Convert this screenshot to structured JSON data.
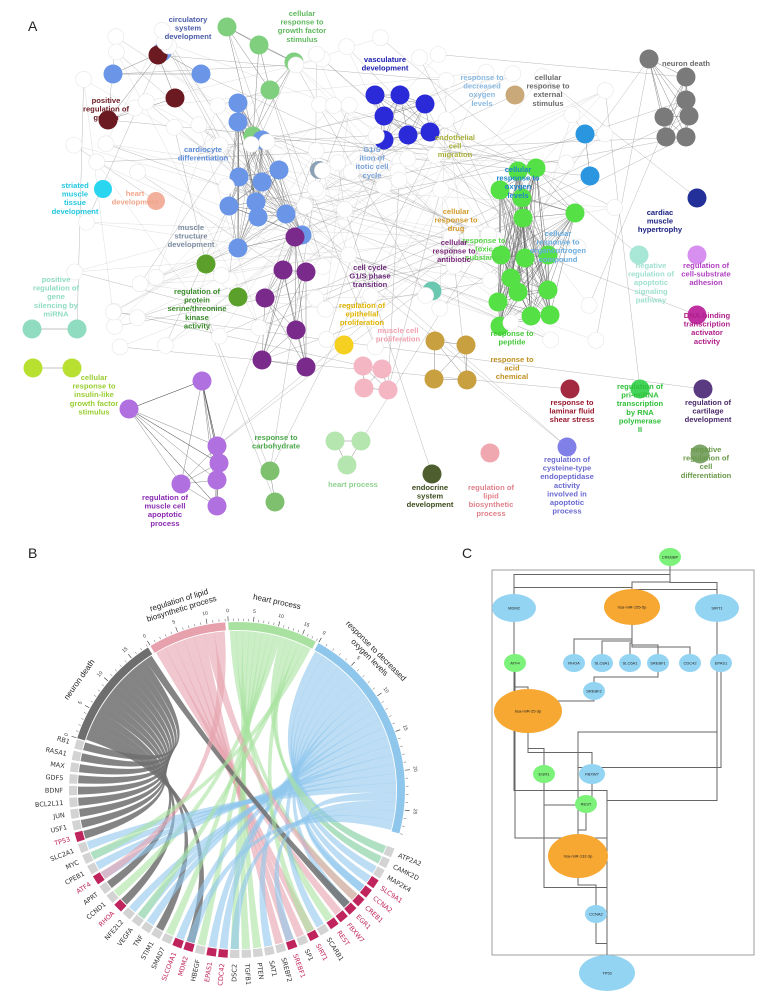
{
  "panels": {
    "a": "A",
    "b": "B",
    "c": "C"
  },
  "network_a": {
    "labels": [
      {
        "id": "circ",
        "lines": [
          "circulatory",
          "system",
          "development"
        ],
        "color": "#4a5aa8"
      },
      {
        "id": "cgf",
        "lines": [
          "cellular",
          "response to",
          "growth factor",
          "stimulus"
        ],
        "color": "#5fb85f"
      },
      {
        "id": "vasc",
        "lines": [
          "vasculature",
          "development"
        ],
        "color": "#1a1ab0"
      },
      {
        "id": "dox",
        "lines": [
          "response to",
          "decreased",
          "oxygen",
          "levels"
        ],
        "color": "#8ab9e0"
      },
      {
        "id": "cres",
        "lines": [
          "cellular",
          "response to",
          "external",
          "stimulus"
        ],
        "color": "#6b6b6b"
      },
      {
        "id": "neuron",
        "lines": [
          "neuron death"
        ],
        "color": "#6b6b6b"
      },
      {
        "id": "posreg",
        "lines": [
          "positive",
          "regulation of",
          "growth"
        ],
        "color": "#6b1a22"
      },
      {
        "id": "cardio",
        "lines": [
          "cardiocyte",
          "differentiation"
        ],
        "color": "#5b8bd8"
      },
      {
        "id": "g1s",
        "lines": [
          "G1/S",
          "ition of",
          "itotic cell",
          "cycle"
        ],
        "color": "#7aa3d8"
      },
      {
        "id": "endo",
        "lines": [
          "endothelial",
          "cell",
          "migration"
        ],
        "color": "#a8b03a"
      },
      {
        "id": "cro",
        "lines": [
          "cellular",
          "response to",
          "oxygen",
          "levels"
        ],
        "color": "#1f86c8"
      },
      {
        "id": "striated",
        "lines": [
          "striated",
          "muscle",
          "tissue",
          "development"
        ],
        "color": "#22c7e0"
      },
      {
        "id": "heartdev",
        "lines": [
          "heart",
          "development"
        ],
        "color": "#f1a58a"
      },
      {
        "id": "msd",
        "lines": [
          "muscle",
          "structure",
          "development"
        ],
        "color": "#7b8ca0"
      },
      {
        "id": "crd",
        "lines": [
          "cellular",
          "response to",
          "drug"
        ],
        "color": "#d29a2a"
      },
      {
        "id": "rts",
        "lines": [
          "response to",
          "toxic",
          "substance"
        ],
        "color": "#59d64a"
      },
      {
        "id": "croc",
        "lines": [
          "cellular",
          "response to",
          "organonitrogen",
          "compound"
        ],
        "color": "#6aaee0"
      },
      {
        "id": "cmh",
        "lines": [
          "cardiac",
          "muscle",
          "hypertrophy"
        ],
        "color": "#1a2080"
      },
      {
        "id": "cra",
        "lines": [
          "cellular",
          "response to",
          "antibiotic"
        ],
        "color": "#7a2a7a"
      },
      {
        "id": "rpsk",
        "lines": [
          "regulation of",
          "protein",
          "serine/threonine",
          "kinase",
          "activity"
        ],
        "color": "#3a8a2a"
      },
      {
        "id": "ccg1s",
        "lines": [
          "cell cycle",
          "G1/S phase",
          "transition"
        ],
        "color": "#6b2a7a"
      },
      {
        "id": "pgs",
        "lines": [
          "positive",
          "regulation of",
          "gene",
          "silencing by",
          "miRNA"
        ],
        "color": "#8fdcc0"
      },
      {
        "id": "nras",
        "lines": [
          "negative",
          "regulation of",
          "apoptotic",
          "signaling",
          "pathway"
        ],
        "color": "#9fe0cf"
      },
      {
        "id": "rcsa",
        "lines": [
          "regulation of",
          "cell-substrate",
          "adhesion"
        ],
        "color": "#b040c0"
      },
      {
        "id": "rep",
        "lines": [
          "regulation of",
          "epithelial",
          "proliferation"
        ],
        "color": "#e0b400"
      },
      {
        "id": "mcp",
        "lines": [
          "muscle cell",
          "proliferation"
        ],
        "color": "#f0a0b0"
      },
      {
        "id": "rtp",
        "lines": [
          "response to",
          "peptide"
        ],
        "color": "#45c83a"
      },
      {
        "id": "dbt",
        "lines": [
          "DNA-binding",
          "transcription",
          "activator",
          "activity"
        ],
        "color": "#b0208a"
      },
      {
        "id": "crilgf",
        "lines": [
          "cellular",
          "response to",
          "insulin-like",
          "growth factor",
          "stimulus"
        ],
        "color": "#9acd32"
      },
      {
        "id": "rac",
        "lines": [
          "response to",
          "acid",
          "chemical"
        ],
        "color": "#c09020"
      },
      {
        "id": "rlfss",
        "lines": [
          "response to",
          "laminar fluid",
          "shear stress"
        ],
        "color": "#9a1a30"
      },
      {
        "id": "rpmt",
        "lines": [
          "regulation of",
          "pri-miRNA",
          "transcription",
          "by RNA",
          "polymerase",
          "II"
        ],
        "color": "#2fc03a"
      },
      {
        "id": "rcd",
        "lines": [
          "regulation of",
          "cartilage",
          "development"
        ],
        "color": "#4a2a6a"
      },
      {
        "id": "rtc",
        "lines": [
          "response to",
          "carbohydrate"
        ],
        "color": "#4aa84a"
      },
      {
        "id": "heartproc",
        "lines": [
          "heart process"
        ],
        "color": "#8ed08e"
      },
      {
        "id": "rlbp",
        "lines": [
          "regulation of",
          "lipid",
          "biosynthetic",
          "process"
        ],
        "color": "#e0808a"
      },
      {
        "id": "rcep",
        "lines": [
          "regulation of",
          "cysteine-type",
          "endopeptidase",
          "activity",
          "involved in",
          "apoptotic",
          "process"
        ],
        "color": "#6a6ad0"
      },
      {
        "id": "ncd",
        "lines": [
          "negative",
          "regulation of",
          "cell",
          "differentiation"
        ],
        "color": "#6a9a4a"
      },
      {
        "id": "esd",
        "lines": [
          "endocrine",
          "system",
          "development"
        ],
        "color": "#3a4a1a"
      },
      {
        "id": "rmcap",
        "lines": [
          "regulation of",
          "muscle cell",
          "apoptotic",
          "process"
        ],
        "color": "#8a2ab0"
      }
    ]
  },
  "chord_b": {
    "groups": [
      {
        "label": "neuron death",
        "color": "#6e6e6e"
      },
      {
        "label": "regulation of lipid biosynthetic process",
        "color": "#e6a1ad"
      },
      {
        "label": "heart process",
        "color": "#a9e2a0"
      },
      {
        "label": "response to decreased oxygen levels",
        "color": "#8fc6ec"
      }
    ],
    "group_label_lines": [
      [
        "neuron death"
      ],
      [
        "regulation of lipid",
        "biosynthetic process"
      ],
      [
        "heart process"
      ],
      [
        "response to decreased",
        "oxygen levels"
      ]
    ],
    "ticks": {
      "neuron": [
        "0",
        "5",
        "10",
        "15"
      ],
      "lipid": [
        "0",
        "5",
        "10"
      ],
      "heart": [
        "0",
        "5",
        "10",
        "15"
      ],
      "oxy": [
        "0",
        "5",
        "10",
        "15",
        "20",
        "25"
      ]
    },
    "genes": [
      {
        "name": "ATP2A2",
        "hl": false
      },
      {
        "name": "CAMK2D",
        "hl": false
      },
      {
        "name": "MAP2K4",
        "hl": false
      },
      {
        "name": "SLC9A1",
        "hl": true
      },
      {
        "name": "CCNA2",
        "hl": true
      },
      {
        "name": "CREB1",
        "hl": true
      },
      {
        "name": "EGR1",
        "hl": true
      },
      {
        "name": "FBXW7",
        "hl": true
      },
      {
        "name": "REST",
        "hl": true
      },
      {
        "name": "SCARB1",
        "hl": false
      },
      {
        "name": "SIRT1",
        "hl": true
      },
      {
        "name": "SP1",
        "hl": false
      },
      {
        "name": "SREBF1",
        "hl": true
      },
      {
        "name": "SREBF2",
        "hl": false
      },
      {
        "name": "SAT1",
        "hl": false
      },
      {
        "name": "PTEN",
        "hl": false
      },
      {
        "name": "TGFB1",
        "hl": false
      },
      {
        "name": "DSC2",
        "hl": false
      },
      {
        "name": "CDC42",
        "hl": true
      },
      {
        "name": "EPAS1",
        "hl": true
      },
      {
        "name": "HBEGF",
        "hl": false
      },
      {
        "name": "MDM2",
        "hl": true
      },
      {
        "name": "SLCO4A1",
        "hl": true
      },
      {
        "name": "SMAD7",
        "hl": false
      },
      {
        "name": "STIM1",
        "hl": false
      },
      {
        "name": "TNF",
        "hl": false
      },
      {
        "name": "VEGFA",
        "hl": false
      },
      {
        "name": "NFE2L2",
        "hl": false
      },
      {
        "name": "RHOA",
        "hl": true
      },
      {
        "name": "CCND1",
        "hl": false
      },
      {
        "name": "APRT",
        "hl": false
      },
      {
        "name": "ATF4",
        "hl": true
      },
      {
        "name": "CPEB1",
        "hl": false
      },
      {
        "name": "MYC",
        "hl": false
      },
      {
        "name": "SLC2A1",
        "hl": false
      },
      {
        "name": "TP53",
        "hl": true
      },
      {
        "name": "USF1",
        "hl": false
      },
      {
        "name": "JUN",
        "hl": false
      },
      {
        "name": "BCL2L11",
        "hl": false
      },
      {
        "name": "BDNF",
        "hl": false
      },
      {
        "name": "GDF5",
        "hl": false
      },
      {
        "name": "MAX",
        "hl": false
      },
      {
        "name": "RASA1",
        "hl": false
      },
      {
        "name": "RB1",
        "hl": false
      }
    ]
  },
  "network_c": {
    "nodes": [
      {
        "id": "CREBBP",
        "type": "gene"
      },
      {
        "id": "MDM2",
        "type": "target"
      },
      {
        "id": "hsa-miR-155-5p",
        "type": "mirna"
      },
      {
        "id": "SIRT1",
        "type": "target"
      },
      {
        "id": "ATF4",
        "type": "gene"
      },
      {
        "id": "RHOA",
        "type": "target"
      },
      {
        "id": "SLC8A1",
        "type": "target"
      },
      {
        "id": "SLC6A1",
        "type": "target"
      },
      {
        "id": "SREBF1",
        "type": "target"
      },
      {
        "id": "CDC42",
        "type": "target"
      },
      {
        "id": "EPAS1",
        "type": "target"
      },
      {
        "id": "hsa-miR-25-3p",
        "type": "mirna"
      },
      {
        "id": "SREBF2",
        "type": "target"
      },
      {
        "id": "EGR1",
        "type": "gene"
      },
      {
        "id": "FBXW7",
        "type": "target"
      },
      {
        "id": "REST",
        "type": "gene"
      },
      {
        "id": "hsa-miR-132-3p",
        "type": "mirna"
      },
      {
        "id": "CCNA2",
        "type": "target"
      },
      {
        "id": "TP53",
        "type": "target"
      }
    ]
  }
}
